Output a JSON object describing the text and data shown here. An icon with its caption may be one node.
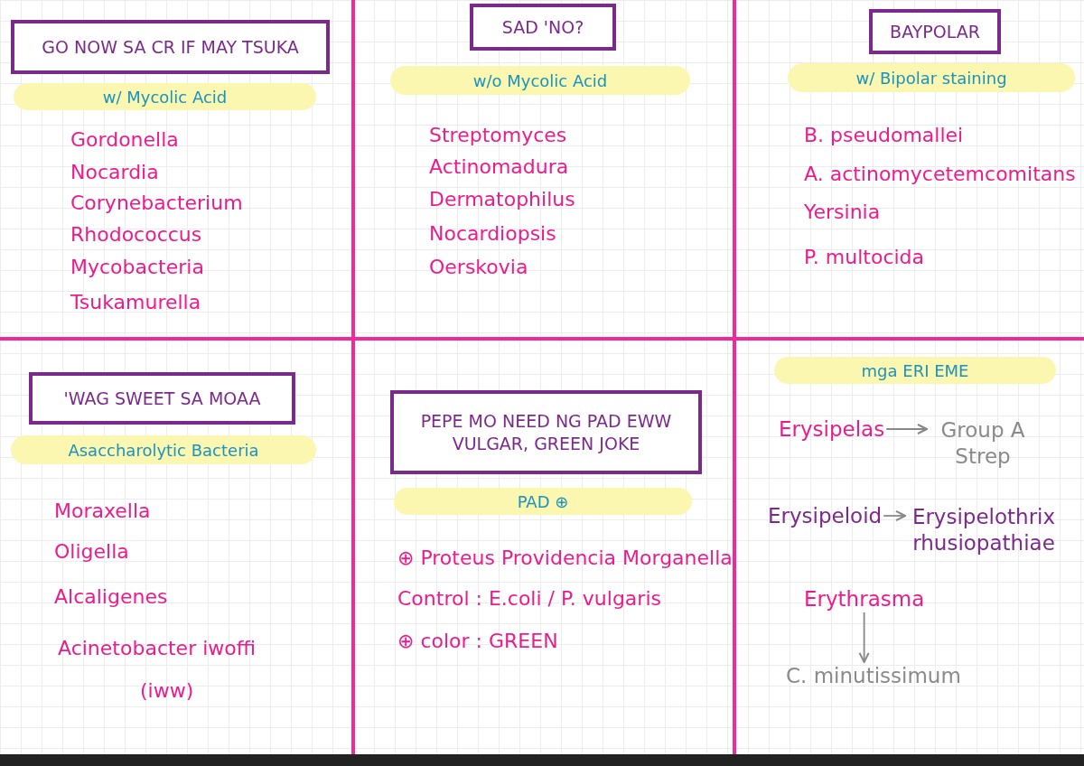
{
  "diagram": {
    "nodes": [
      {
        "text": [
          "GO NOW SA CR IF MAY TSUKA"
        ]
      },
      {
        "text": [
          "w/ Mycolic Acid"
        ]
      },
      {
        "text": [
          "SAD 'NO?"
        ]
      },
      {
        "text": [
          "w/o Mycolic Acid"
        ]
      },
      {
        "text": [
          "BAYPOLAR"
        ]
      },
      {
        "text": [
          "w/ Bipolar staining"
        ]
      },
      {
        "text": [
          "'WAG SWEET SA MOAA"
        ]
      },
      {
        "text": [
          "Asaccharolytic Bacteria"
        ]
      },
      {
        "text": [
          "PEPE MO NEED NG PAD EWW VULGAR, GREEN JOKE"
        ]
      },
      {
        "text": [
          "PAD ⊕"
        ]
      },
      {
        "text": [
          "mga ERI EME"
        ]
      },
      {
        "text": [
          "Erysipelas"
        ]
      },
      {
        "text": [
          "Group A Strep"
        ]
      },
      {
        "text": [
          "Erysipeloid"
        ]
      },
      {
        "text": [
          "Erysipelothrix rhusiopathiae"
        ]
      },
      {
        "text": [
          "Erythrasma"
        ]
      },
      {
        "text": [
          "C. minutissimum"
        ]
      }
    ],
    "edges": [
      {
        "from": 11,
        "to": 12,
        "arrow": "to"
      },
      {
        "from": 13,
        "to": 14,
        "arrow": "to"
      },
      {
        "from": 15,
        "to": 16,
        "arrow": "to"
      }
    ],
    "labels": [
      "Gordonella",
      "Nocardia",
      "Corynebacterium",
      "Rhodococcus",
      "Mycobacteria",
      "Tsukamurella",
      "Streptomyces",
      "Actinomadura",
      "Dermatophilus",
      "Nocardiopsis",
      "Oerskovia",
      "B. pseudomallei",
      "A. actinomycetemcomitans",
      "Yersinia",
      "P. multocida",
      "Moraxella",
      "Oligella",
      "Alcaligenes",
      "Acinetobacter iwoffi",
      "(iww)",
      "⊕ Proteus Providencia Morganella",
      "Control : E.coli / P. vulgaris",
      "⊕ color : GREEN"
    ]
  }
}
